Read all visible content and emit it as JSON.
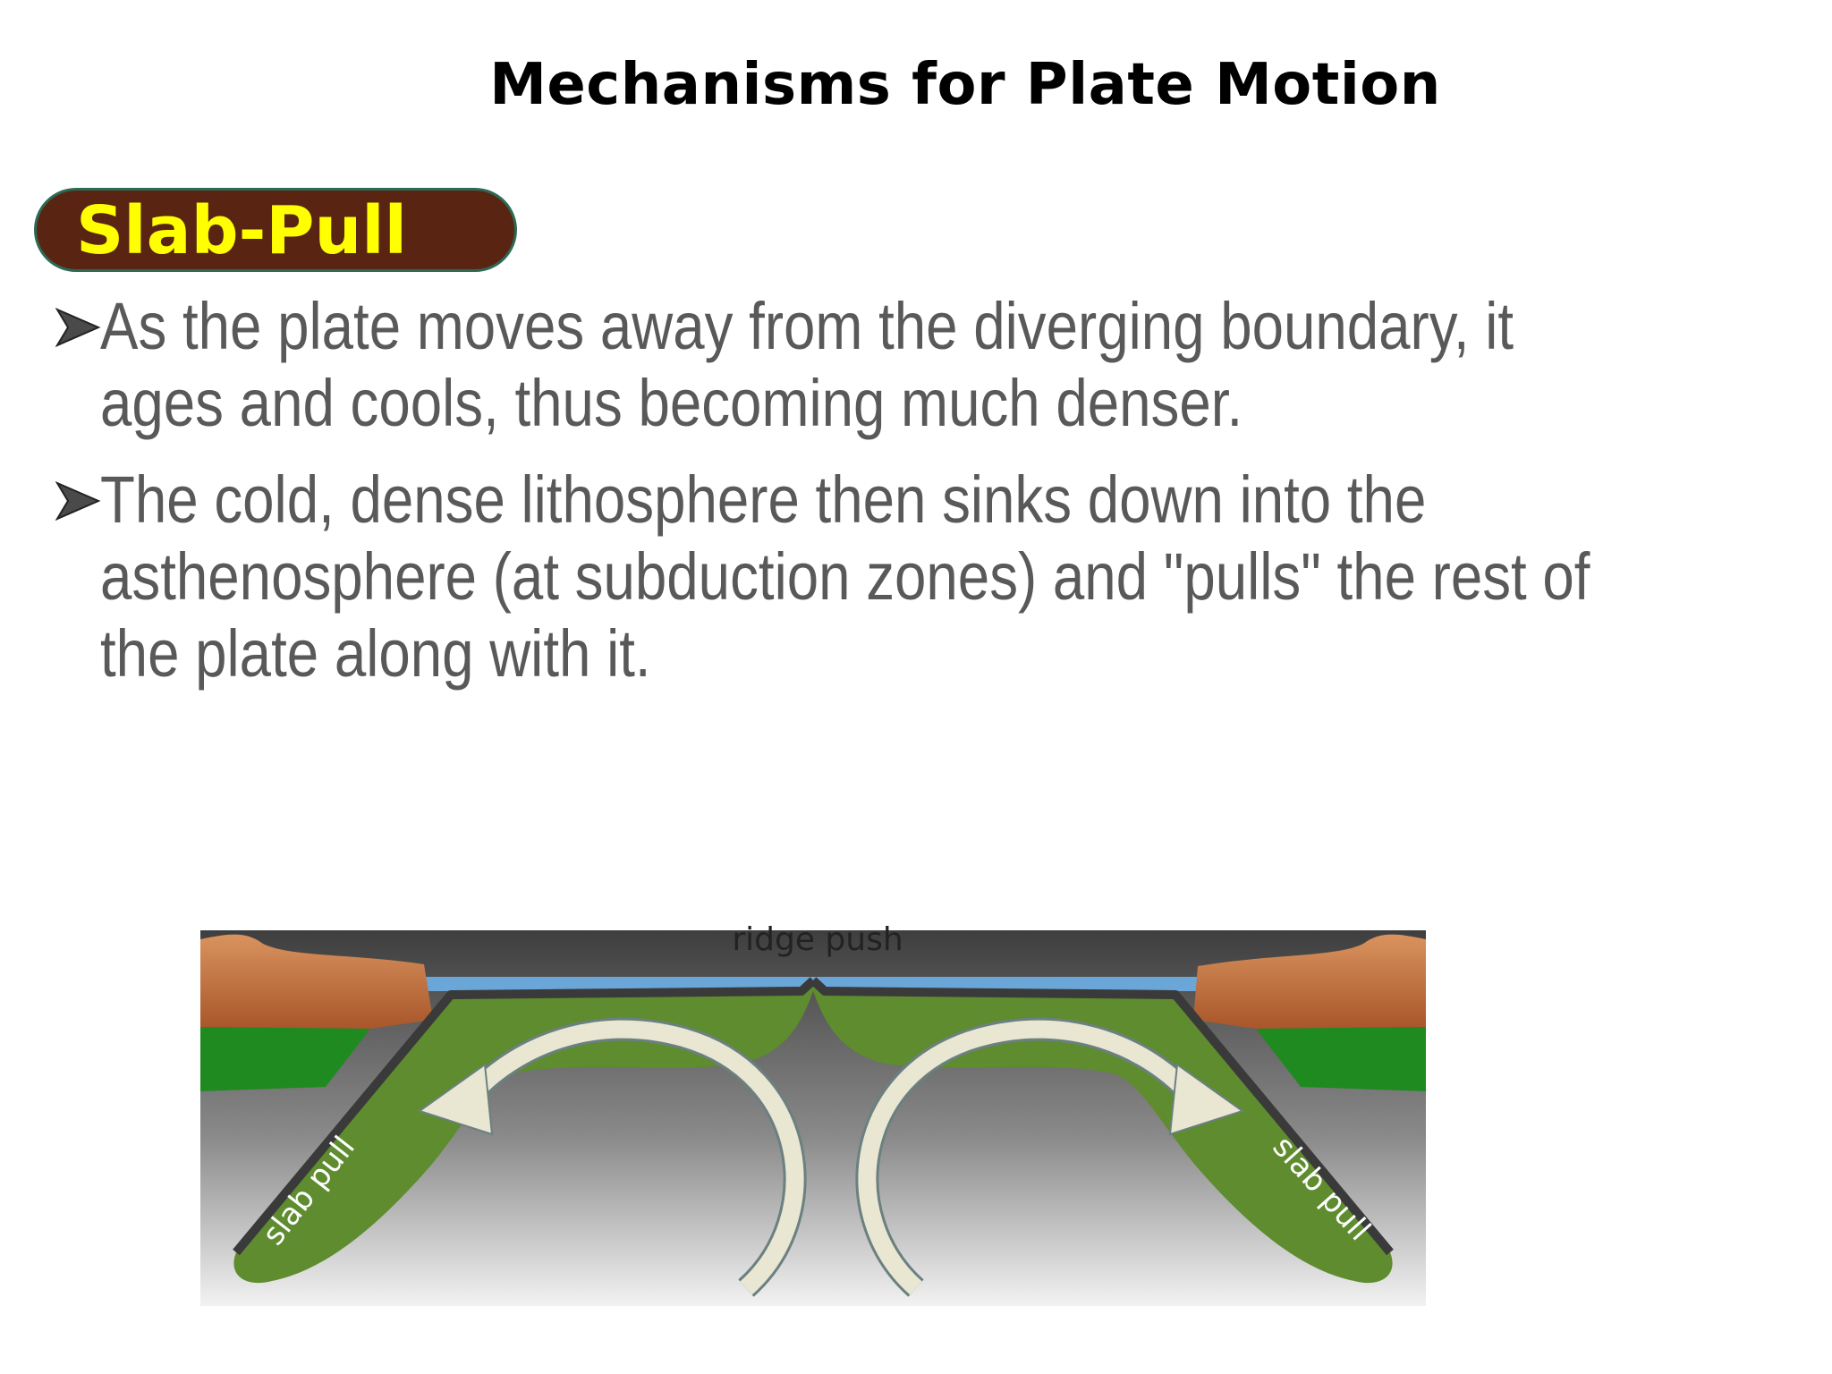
{
  "title": "Mechanisms for Plate Motion",
  "section_label": "Slab-Pull",
  "bullets": [
    {
      "lines": [
        "As the plate moves away from the diverging boundary, it",
        "ages and cools, thus becoming much denser."
      ]
    },
    {
      "lines": [
        "The cold, dense lithosphere then sinks down into the",
        "asthenosphere (at subduction zones) and \"pulls\" the rest of",
        "the plate along with it."
      ]
    }
  ],
  "diagram": {
    "ridge_label": "ridge push",
    "left_slab_label": "slab pull",
    "right_slab_label": "slab pull"
  },
  "colors": {
    "pill_bg": "#5a2412",
    "pill_text": "#ffff00",
    "body_text": "#595959",
    "plate_green": "#5e8c2e",
    "continent_brown": "#c87a4a",
    "ocean_blue": "#6aa6d8"
  }
}
